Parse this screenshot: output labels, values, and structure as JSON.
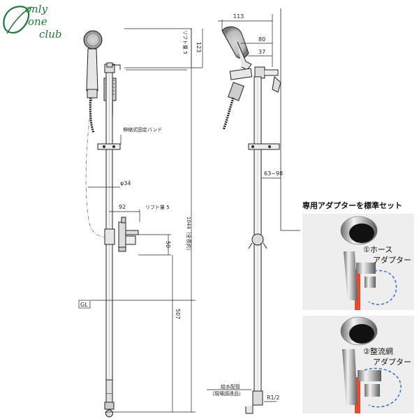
{
  "logo": {
    "line1": "only",
    "line2": "one",
    "line3": "club"
  },
  "left_view": {
    "lift_top": "リフト量 5",
    "dim_123": "123",
    "band_label": "伸縮式固定バンド",
    "dia_34": "φ34",
    "dim_92": "92",
    "lift_mid": "リフト量 5",
    "dim_50": "50",
    "dim_1044": "1044（全長約）",
    "dim_507": "507",
    "gl": "GL"
  },
  "right_view": {
    "dim_113": "113",
    "dim_80": "80",
    "dim_37": "37",
    "dim_6398": "63~98",
    "supply_line1": "給水配管",
    "supply_line2": "（現場調達品）",
    "r12": "R1/2"
  },
  "panel": {
    "title": "専用アダプターを標準セット",
    "photo1_line1": "①ホース",
    "photo1_line2": "アダプター",
    "photo2_line1": "②整流網",
    "photo2_line2": "アダプター"
  },
  "colors": {
    "logo": "#1e7a3a",
    "pipe_red": "#e84a2a",
    "dash_blue": "#2a6fd6",
    "line": "#222222"
  }
}
